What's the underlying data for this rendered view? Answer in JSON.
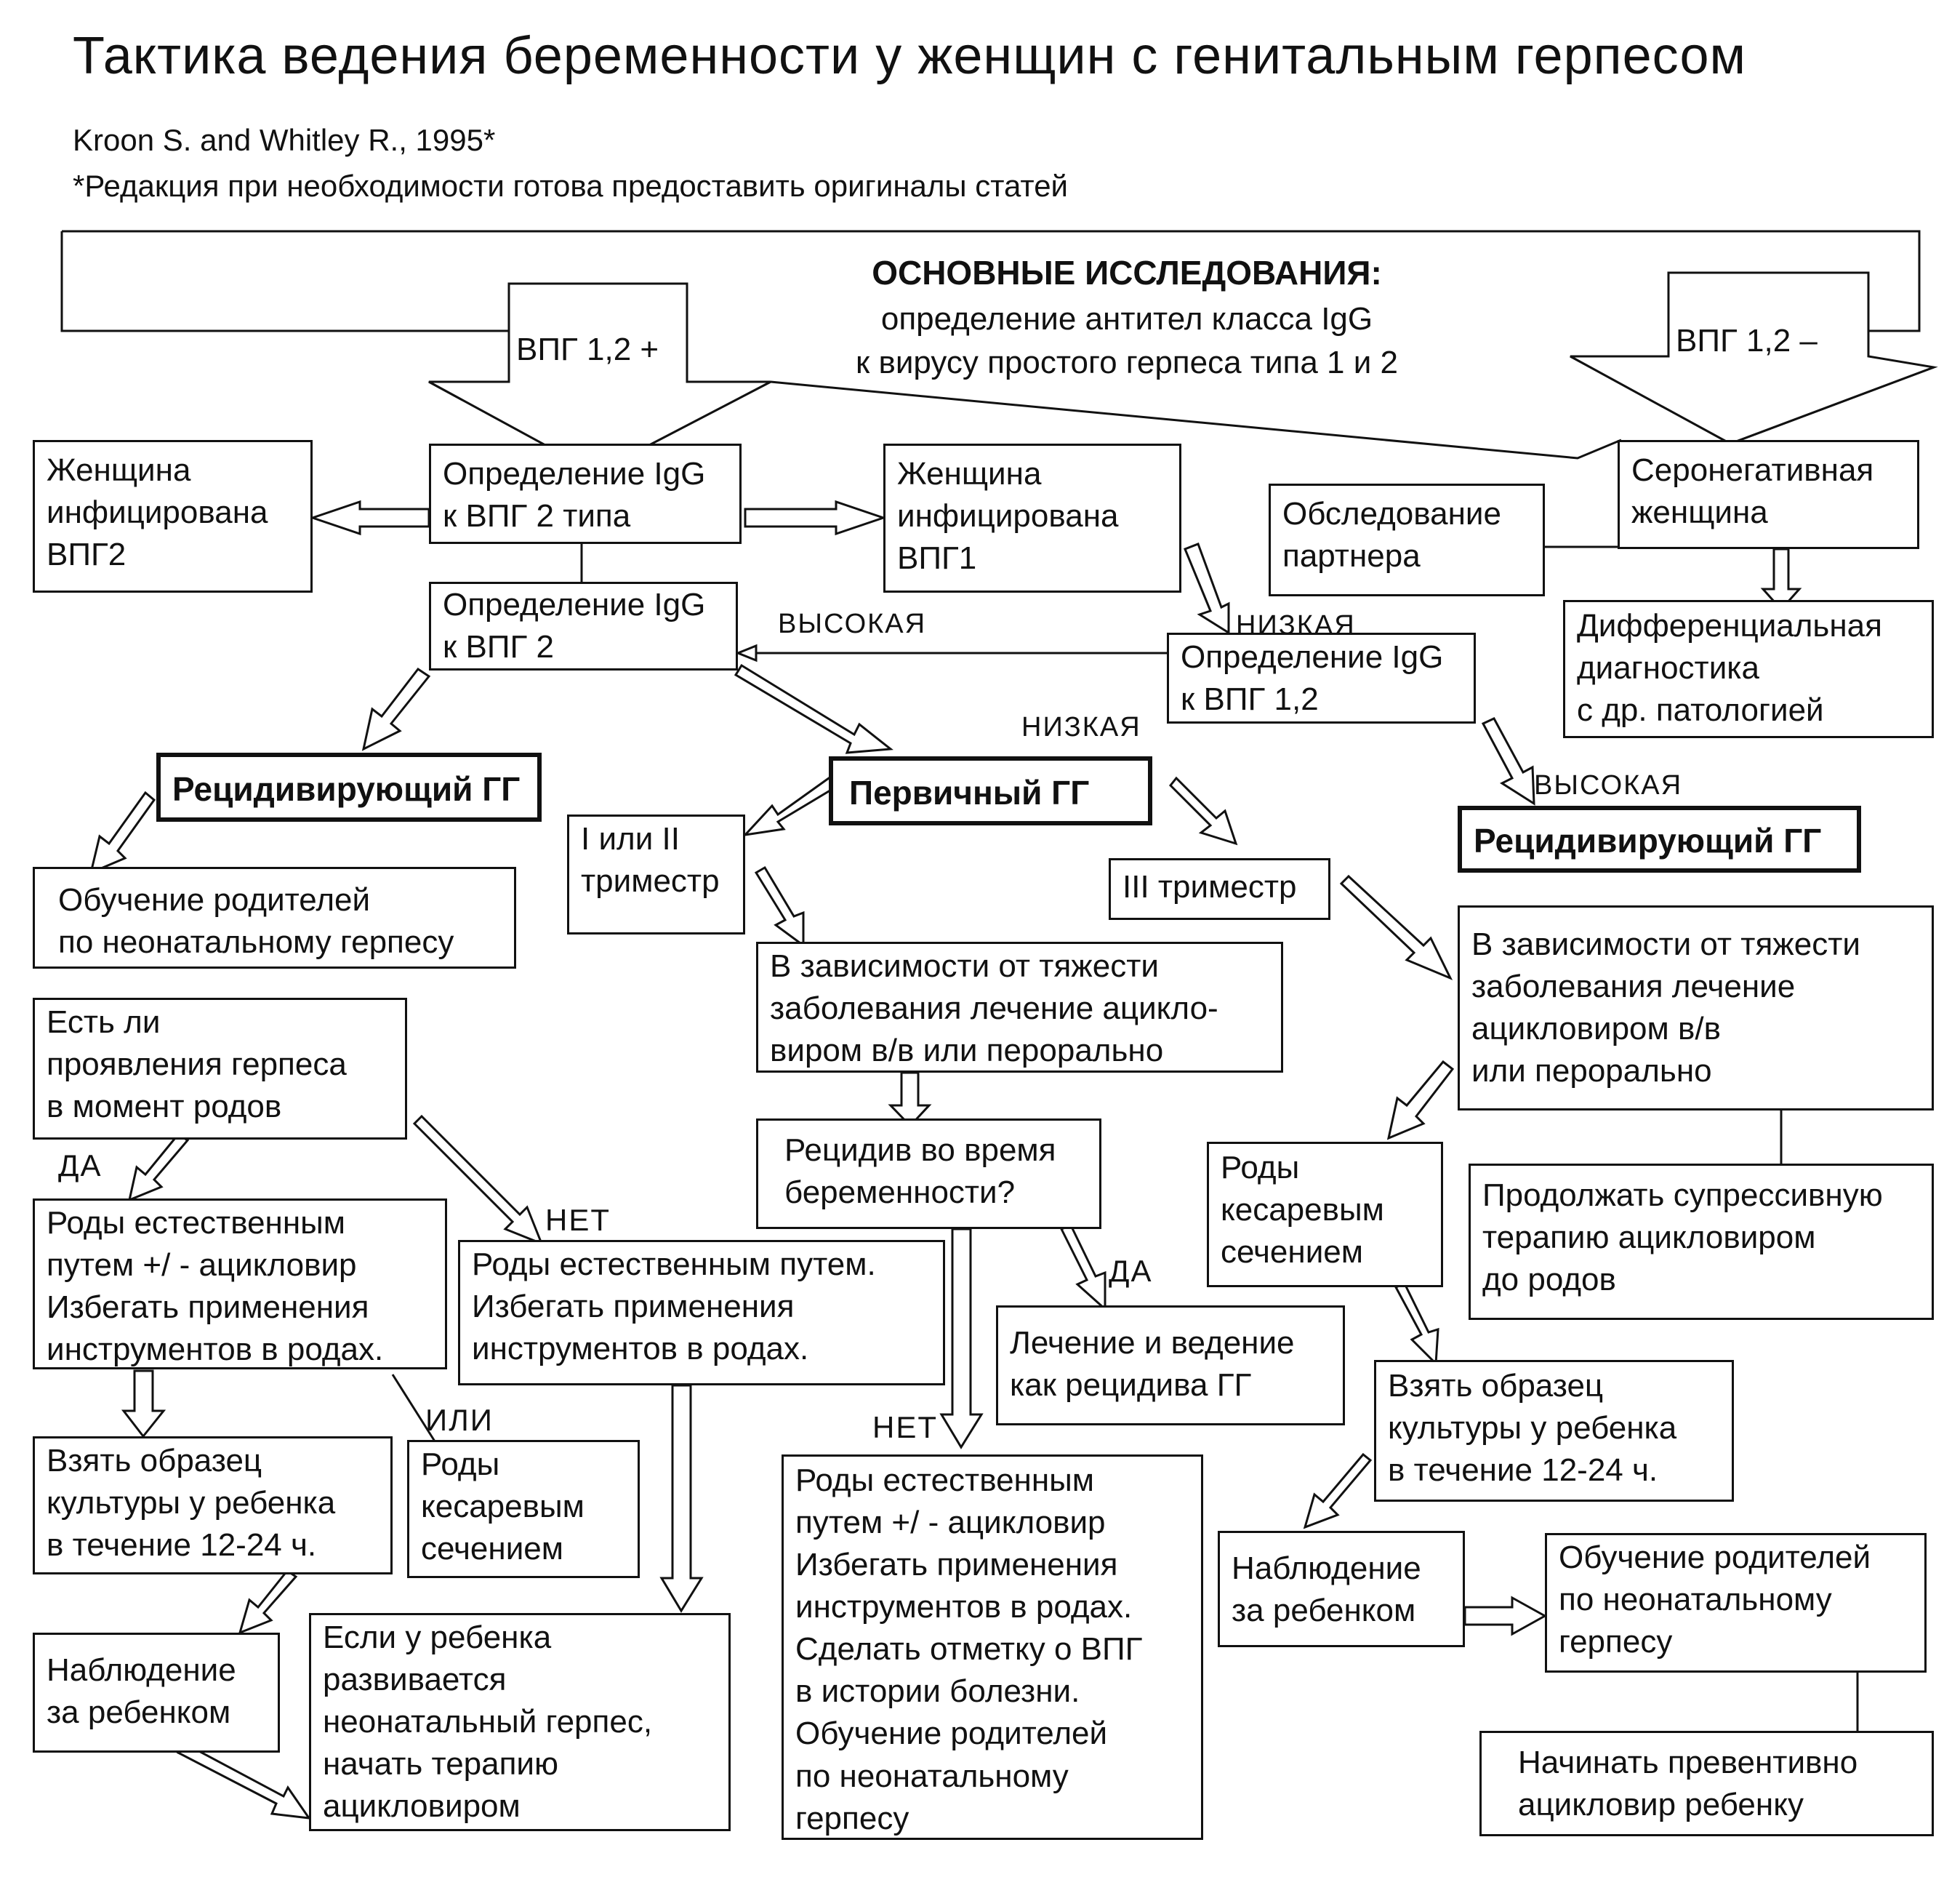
{
  "title": "Тактика ведения беременности у женщин с генитальным герпесом",
  "source": "Kroon S. and Whitley R., 1995*",
  "footnote": "*Редакция при необходимости готова предоставить оригиналы статей",
  "top": {
    "heading": "ОСНОВНЫЕ ИССЛЕДОВАНИЯ:",
    "line2": "определение антител класса IgG",
    "line3": "к вирусу простого герпеса типа 1 и 2",
    "arrow_left": "ВПГ 1,2 +",
    "arrow_right": "ВПГ 1,2 –"
  },
  "boxes": {
    "infected_hsv2": "Женщина\nинфицирована\nВПГ2",
    "igg_hsv2_type": "Определение IgG\nк ВПГ 2 типа",
    "infected_hsv1": "Женщина\nинфицирована\nВПГ1",
    "partner_exam": "Обследование\nпартнера",
    "seronegative": "Серонегативная\nженщина",
    "igg_hsv2": "Определение IgG\nк ВПГ 2",
    "igg_hsv12": "Определение IgG\nк ВПГ 1,2",
    "differential": "Дифференциальная\nдиагностика\nс др. патологией",
    "recurrent_left": "Рецидивирующий ГГ",
    "primary": "Первичный ГГ",
    "recurrent_right": "Рецидивирующий ГГ",
    "trim_1_2": "I или II\nтриместр",
    "trim_3": "III триместр",
    "parents_edu_top": "Обучение родителей\nпо неонатальному герпесу",
    "treatment_mid": "В зависимости от тяжести\nзаболевания лечение ацикло-\nвиром в/в или перорально",
    "treatment_right": "В зависимости от тяжести\nзаболевания лечение\nацикловиром в/в\nили перорально",
    "herpes_at_birth": "Есть ли\nпроявления герпеса\nв момент родов",
    "relapse_question": "Рецидив во время\nбеременности?",
    "cesarean_right": "Роды\nкесаревым\nсечением",
    "continue_suppressive": "Продолжать супрессивную\nтерапию ацикловиром\nдо родов",
    "natural_birth_acyclovir": "Роды естественным\nпутем +/ - ацикловир\nИзбегать применения\nинструментов в родах.",
    "natural_birth_no": "Роды естественным путем.\nИзбегать применения\nинструментов в родах.",
    "treat_as_relapse": "Лечение и ведение\nкак рецидива ГГ",
    "culture_right": "Взять образец\nкультуры у ребенка\nв течение 12-24 ч.",
    "culture_left": "Взять образец\nкультуры у ребенка\nв течение 12-24 ч.",
    "cesarean_left": "Роды\nкесаревым\nсечением",
    "natural_birth_mid": "Роды естественным\nпутем +/ - ацикловир\nИзбегать применения\nинструментов в родах.\nСделать отметку о ВПГ\nв истории болезни.\nОбучение родителей\nпо неонатальному\nгерпесу",
    "observe_right": "Наблюдение\nза ребенком",
    "parents_edu_right": "Обучение родителей\nпо неонатальному\nгерпесу",
    "observe_left": "Наблюдение\nза ребенком",
    "if_neonatal": "Если у ребенка\nразвивается\nнеонатальный герпес,\nначать терапию\nацикловиром",
    "preventive_acyclovir": "Начинать превентивно\nацикловир ребенку"
  },
  "labels": {
    "high_1": "ВЫСОКАЯ",
    "low_1": "НИЗКАЯ",
    "low_2": "НИЗКАЯ",
    "high_2": "ВЫСОКАЯ",
    "yes_left": "ДА",
    "no_left": "НЕТ",
    "yes_mid": "ДА",
    "no_mid": "НЕТ",
    "or": "ИЛИ"
  }
}
